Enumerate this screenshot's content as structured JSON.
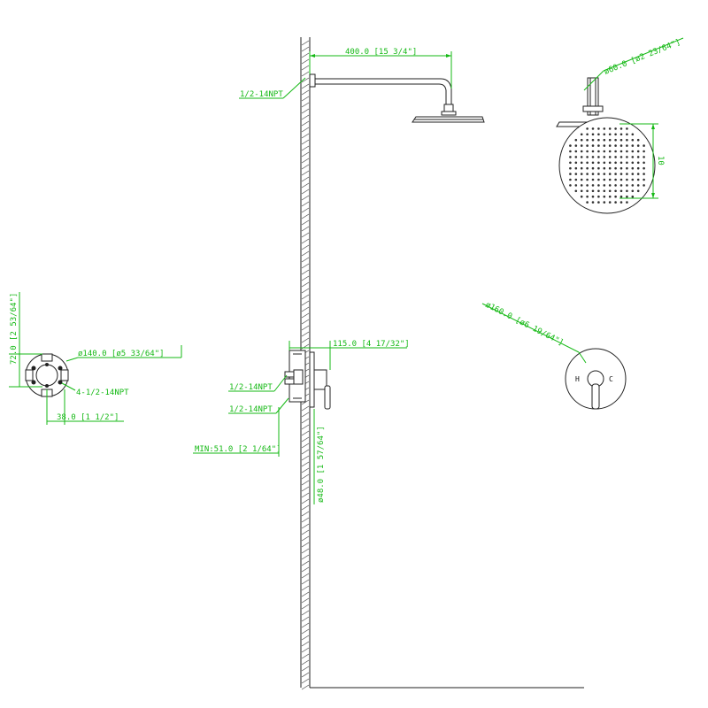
{
  "dimensions": {
    "arm_length": "400.0 [15 3/4\"]",
    "head_diameter": "ø60.0 [ø2 23/64\"]",
    "head_thickness": "10",
    "arm_thread": "1/2-14NPT",
    "trim_plate_diameter": "ø160.0 [ø6 19/64\"]",
    "handle_hot_mark": "H",
    "handle_cold_mark": "C",
    "valve_depth": "115.0 [4 17/32\"]",
    "valve_inlet_top": "1/2-14NPT",
    "valve_inlet_bottom": "1/2-14NPT",
    "min_wall": "MIN:51.0 [2 1/64\"]",
    "pipe_diameter": "ø48.0 [1 57/64\"]",
    "body_height": "72.0 [2 53/64\"]",
    "body_diameter": "ø140.0 [ø5 33/64\"]",
    "body_ports": "4-1/2-14NPT",
    "body_width": "38.0 [1 1/2\"]"
  },
  "colors": {
    "dimension": "#15b915",
    "outline": "#222222"
  }
}
